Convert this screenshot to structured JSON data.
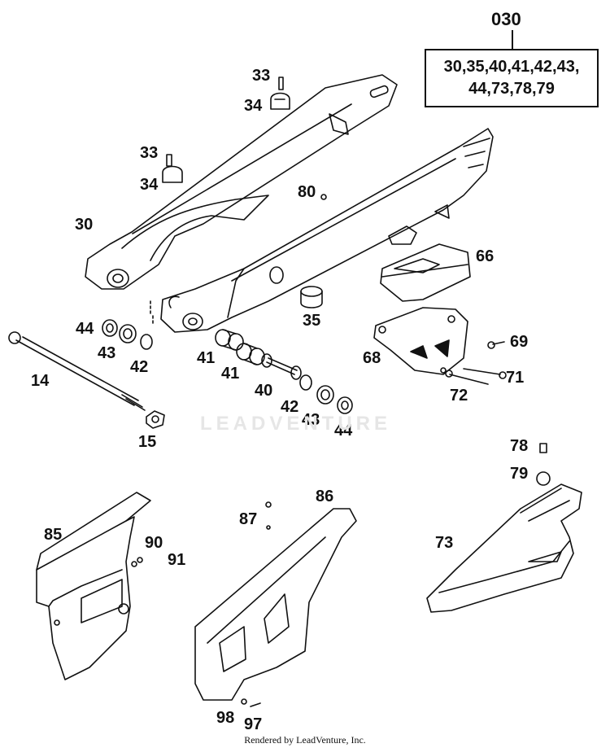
{
  "assembly": {
    "kit_number": "030",
    "kit_contents": [
      "30,35,40,41,42,43,",
      "44,73,78,79"
    ]
  },
  "callouts": [
    {
      "id": "c33a",
      "text": "33"
    },
    {
      "id": "c34a",
      "text": "34"
    },
    {
      "id": "c33b",
      "text": "33"
    },
    {
      "id": "c34b",
      "text": "34"
    },
    {
      "id": "c80",
      "text": "80"
    },
    {
      "id": "c30",
      "text": "30"
    },
    {
      "id": "c66",
      "text": "66"
    },
    {
      "id": "c35",
      "text": "35"
    },
    {
      "id": "c44a",
      "text": "44"
    },
    {
      "id": "c43a",
      "text": "43"
    },
    {
      "id": "c42a",
      "text": "42"
    },
    {
      "id": "c41a",
      "text": "41"
    },
    {
      "id": "c41b",
      "text": "41"
    },
    {
      "id": "c69",
      "text": "69"
    },
    {
      "id": "c68",
      "text": "68"
    },
    {
      "id": "c14",
      "text": "14"
    },
    {
      "id": "c40",
      "text": "40"
    },
    {
      "id": "c71",
      "text": "71"
    },
    {
      "id": "c72",
      "text": "72"
    },
    {
      "id": "c42b",
      "text": "42"
    },
    {
      "id": "c43b",
      "text": "43"
    },
    {
      "id": "c44b",
      "text": "44"
    },
    {
      "id": "c15",
      "text": "15"
    },
    {
      "id": "c78",
      "text": "78"
    },
    {
      "id": "c79",
      "text": "79"
    },
    {
      "id": "c86",
      "text": "86"
    },
    {
      "id": "c87",
      "text": "87"
    },
    {
      "id": "c85",
      "text": "85"
    },
    {
      "id": "c90",
      "text": "90"
    },
    {
      "id": "c91",
      "text": "91"
    },
    {
      "id": "c73",
      "text": "73"
    },
    {
      "id": "c98",
      "text": "98"
    },
    {
      "id": "c97",
      "text": "97"
    }
  ],
  "watermark": "LEADVENTURE",
  "footer": "Rendered by LeadVenture, Inc."
}
